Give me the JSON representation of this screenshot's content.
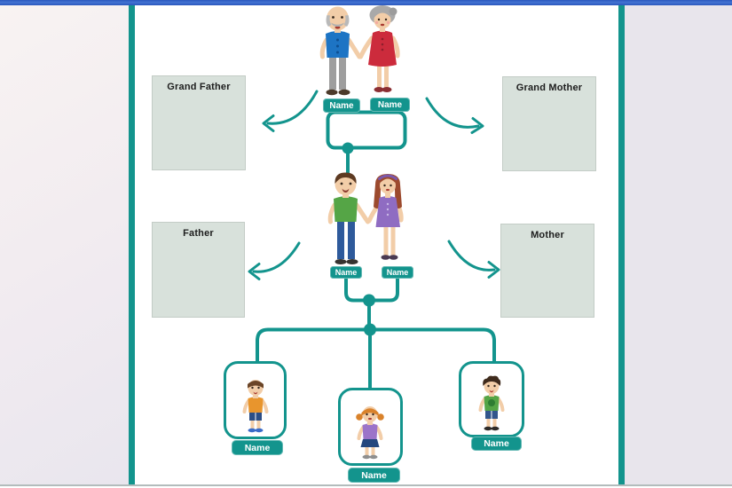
{
  "theme": {
    "accent_teal": "#13948d",
    "top_bar_blue": "#2b5ec7",
    "placeholder_box_bg": "#d8e1db",
    "left_panel_bg": "#f4eef1",
    "right_panel_bg": "#e8e5ec"
  },
  "placeholders": {
    "grandfather": "Grand Father",
    "grandmother": "Grand Mother",
    "father": "Father",
    "mother": "Mother"
  },
  "name_tags": {
    "grandfather": "Name",
    "grandmother": "Name",
    "father": "Name",
    "mother": "Name",
    "child_left": "Name",
    "child_middle": "Name",
    "child_right": "Name"
  },
  "illustrations": {
    "grandparents": "grandparents-couple-illustration",
    "parents": "parents-couple-illustration",
    "child_left": "boy-orange-shirt-illustration",
    "child_middle": "girl-purple-shirt-illustration",
    "child_right": "boy-green-shirt-illustration"
  }
}
